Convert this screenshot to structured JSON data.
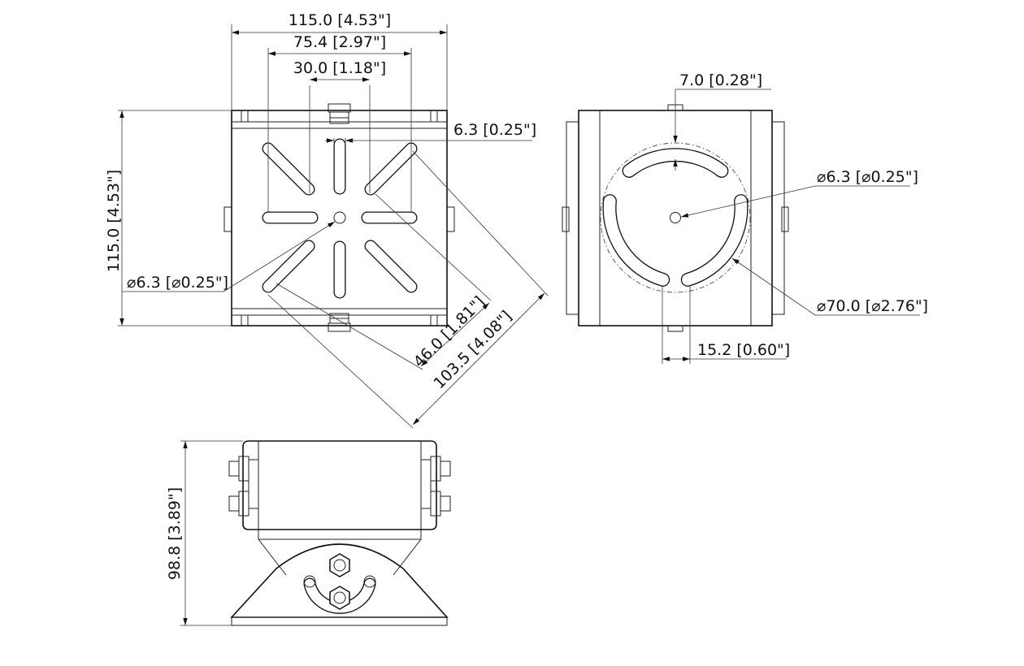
{
  "front_view": {
    "width_overall": "115.0 [4.53\"]",
    "width_slots_outer": "75.4 [2.97\"]",
    "width_slots_inner": "30.0 [1.18\"]",
    "slot_width": "6.3 [0.25\"]",
    "height_overall": "115.0 [4.53\"]",
    "center_hole": "⌀6.3 [⌀0.25\"]",
    "diag_inner": "46.0 [1.81\"]",
    "diag_outer": "103.5 [4.08\"]"
  },
  "side_view": {
    "slot_width": "7.0 [0.28\"]",
    "center_hole": "⌀6.3 [⌀0.25\"]",
    "ring_diameter": "⌀70.0 [⌀2.76\"]",
    "gap_width": "15.2 [0.60\"]"
  },
  "bottom_view": {
    "height_overall": "98.8 [3.89\"]"
  }
}
